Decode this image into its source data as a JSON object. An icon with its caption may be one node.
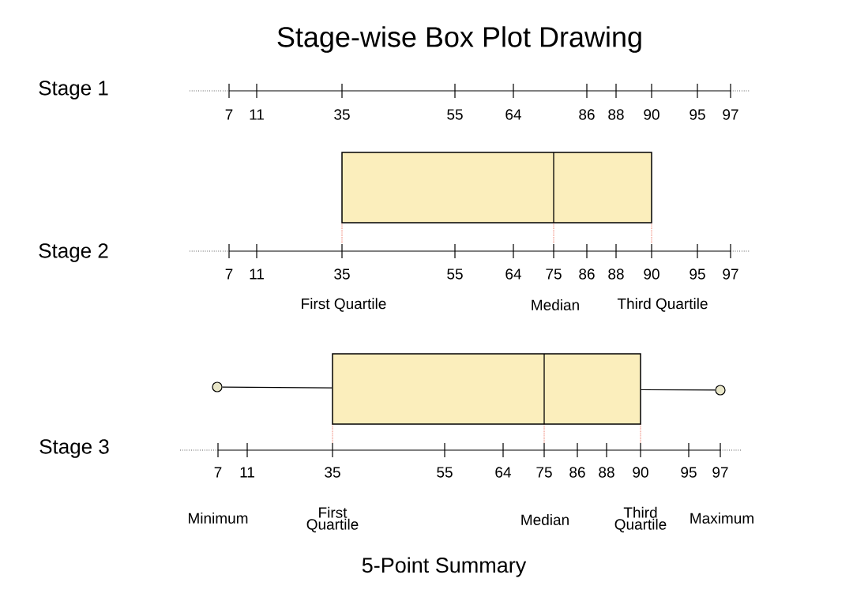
{
  "diagram": {
    "title": "Stage-wise Box Plot Drawing",
    "caption": "5-Point Summary",
    "nodes": [
      {
        "text": [],
        "shape": "box"
      },
      {
        "text": [],
        "shape": "circle"
      },
      {
        "text": [],
        "shape": "box"
      },
      {
        "text": [],
        "shape": "circle"
      }
    ],
    "edges": [
      {
        "from": 1,
        "to": 2,
        "arrow": "none"
      },
      {
        "from": 2,
        "to": 3,
        "arrow": "none"
      }
    ],
    "labels": [
      "Stage 1",
      "7",
      "11",
      "35",
      "55",
      "64",
      "86",
      "88",
      "90",
      "95",
      "97",
      "Stage 2",
      "7",
      "11",
      "35",
      "55",
      "64",
      "75",
      "86",
      "88",
      "90",
      "95",
      "97",
      "First Quartile",
      "Median",
      "Third Quartile",
      "Stage 3",
      "7",
      "11",
      "35",
      "55",
      "64",
      "75",
      "86",
      "88",
      "90",
      "95",
      "97",
      "Minimum",
      "First Quartile",
      "Median",
      "Third Quartile",
      "Maximum"
    ]
  }
}
